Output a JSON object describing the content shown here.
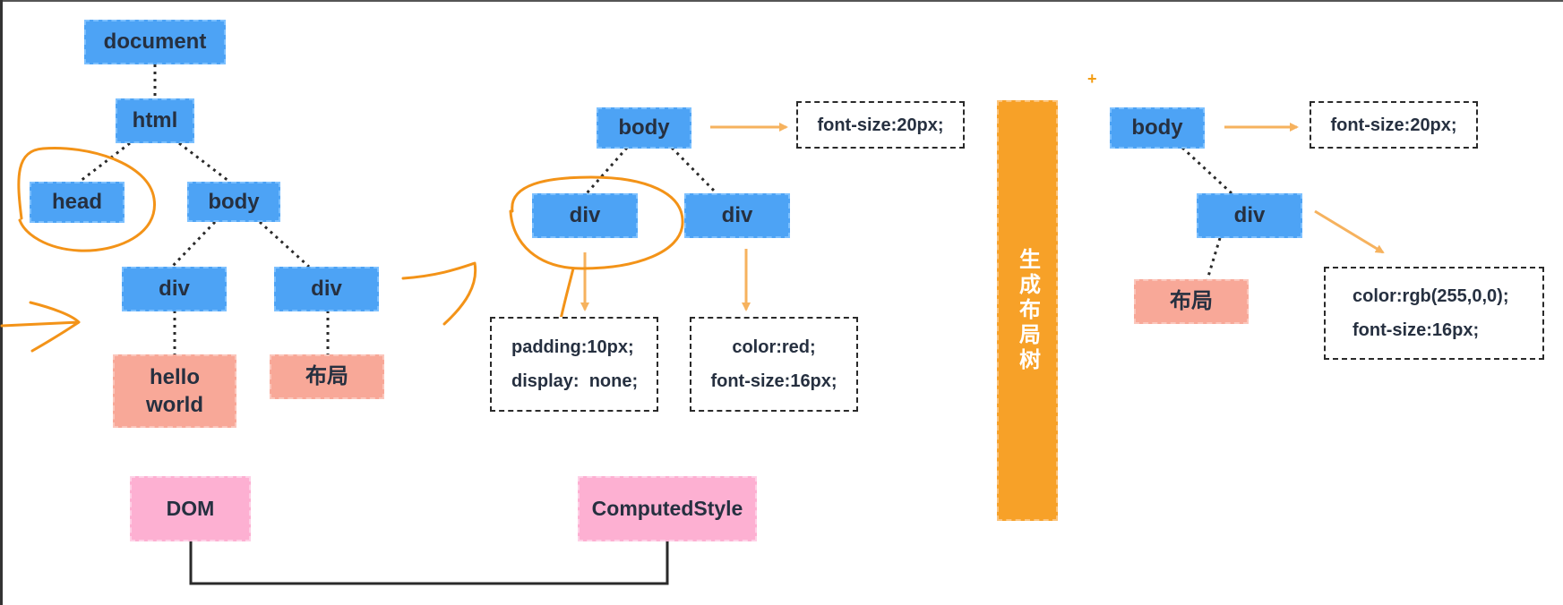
{
  "dom_tree": {
    "document": "document",
    "html": "html",
    "head": "head",
    "body": "body",
    "div_left": "div",
    "div_right": "div",
    "text_hello": "hello\nworld",
    "text_layout": "布局"
  },
  "style_tree": {
    "body": "body",
    "body_style": "font-size:20px;",
    "div_left": "div",
    "div_right": "div",
    "div_left_style_1": "padding:10px;",
    "div_left_style_2": "display:  none;",
    "div_right_style_1": "color:red;",
    "div_right_style_2": "font-size:16px;"
  },
  "pillar_label": "生成布局树",
  "layout_tree": {
    "body": "body",
    "body_style": "font-size:20px;",
    "div": "div",
    "div_style_1": "color:rgb(255,0,0);",
    "div_style_2": "font-size:16px;",
    "text_layout": "布局"
  },
  "legend": {
    "dom": "DOM",
    "computed_style": "ComputedStyle"
  },
  "plus_mark": "+",
  "colors": {
    "node_blue": "#4da3f5",
    "text_node": "#f8a898",
    "legend_pink": "#fdb0d2",
    "pillar_orange": "#f7a128",
    "arrow_orange": "#f6b25e",
    "annotation_orange": "#f39318"
  }
}
